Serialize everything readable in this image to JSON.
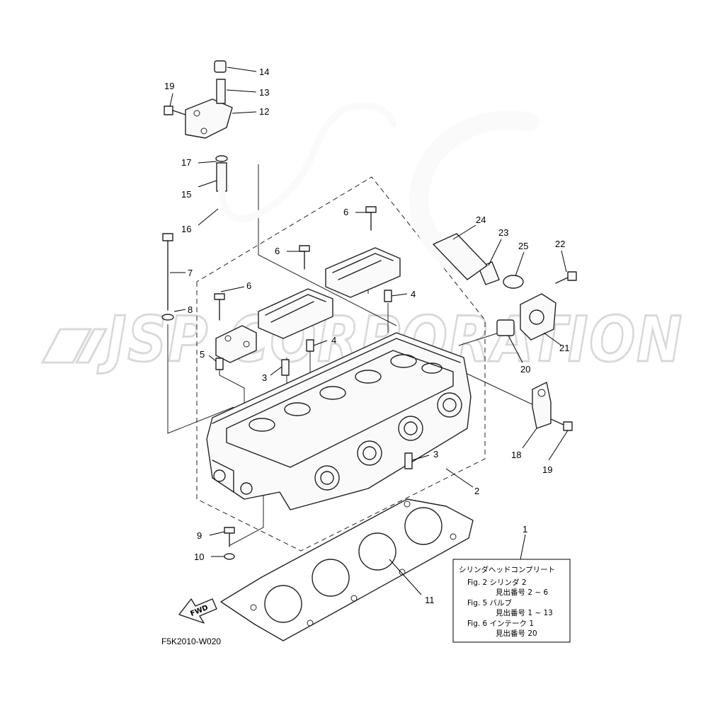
{
  "watermark": "JSP CORPORATION",
  "figure_code": "F5K2010-W020",
  "fwd_label": "FWD",
  "callouts": [
    "1",
    "2",
    "3",
    "3",
    "4",
    "4",
    "5",
    "6",
    "6",
    "6",
    "7",
    "8",
    "9",
    "10",
    "11",
    "12",
    "13",
    "14",
    "15",
    "16",
    "17",
    "18",
    "19",
    "19",
    "20",
    "21",
    "22",
    "23",
    "24",
    "25"
  ],
  "reference_box": {
    "title": "シリンダヘッドコンプリート",
    "lines": [
      "Fig. 2 シリンダ 2",
      "見出番号 2 ~ 6",
      "Fig. 5 バルブ",
      "見出番号 1 ~ 13",
      "Fig. 6 インテーク 1",
      "見出番号 20"
    ]
  }
}
